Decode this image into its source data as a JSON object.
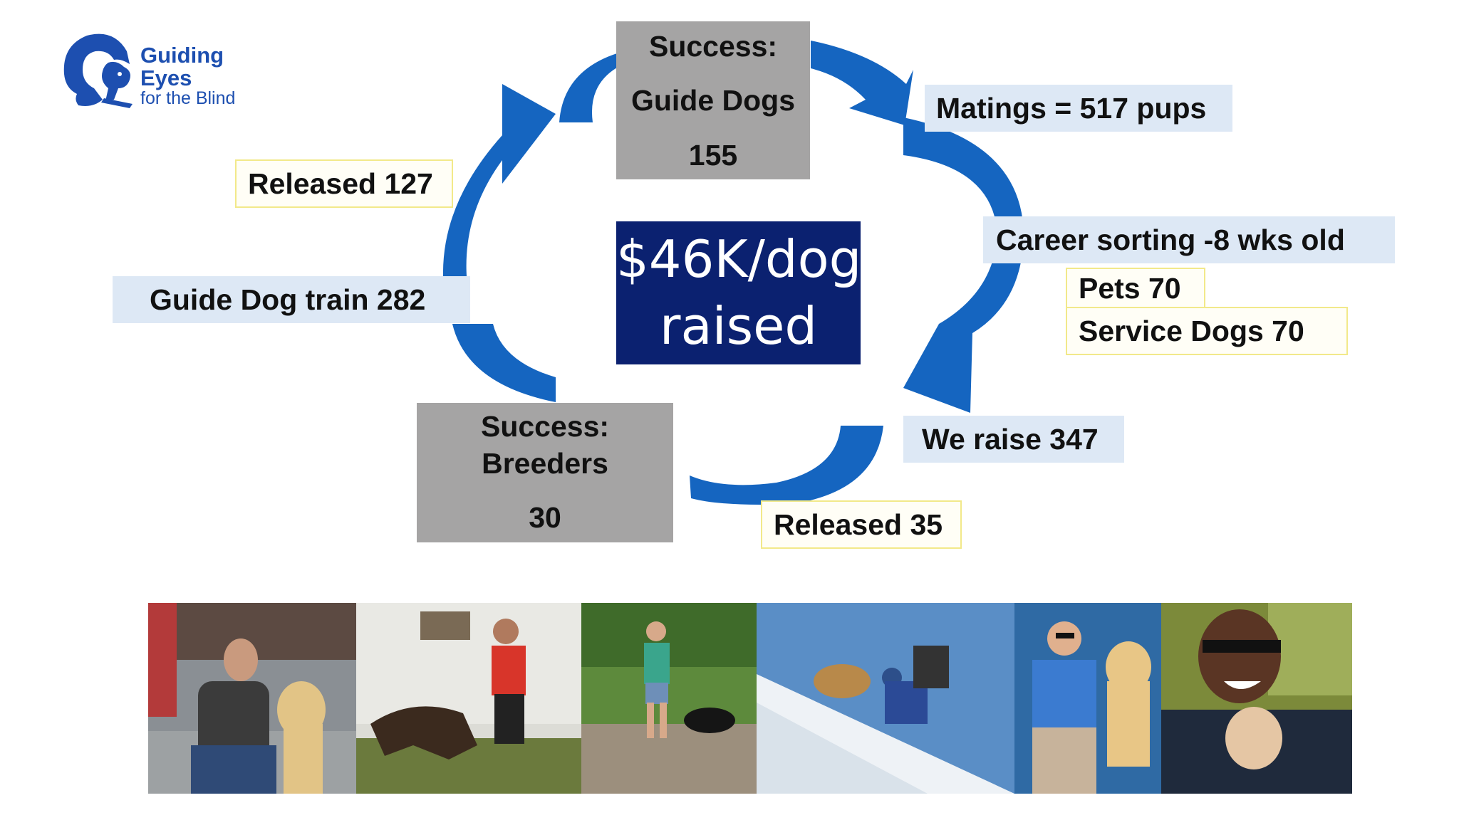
{
  "logo": {
    "line1": "Guiding",
    "line2": "Eyes",
    "line3": "for the Blind",
    "color": "#1d4fb0"
  },
  "center": {
    "line1": "$46K/dog",
    "line2": "raised",
    "background": "#0b2170"
  },
  "success_guide_dogs": {
    "title": "Success:",
    "subtitle": "Guide Dogs",
    "value": "155"
  },
  "success_breeders": {
    "title": "Success:",
    "subtitle": "Breeders",
    "value": "30"
  },
  "labels": {
    "matings": "Matings = 517 pups",
    "career_sorting": "Career sorting -8 wks old",
    "pets": "Pets  70",
    "service_dogs": "Service Dogs 70",
    "we_raise": "We raise 347",
    "released_35": "Released 35",
    "guide_dog_train": "Guide Dog train 282",
    "released_127": "Released 127"
  },
  "colors": {
    "arrow": "#1565c0",
    "gray_box": "#a5a4a4",
    "label_blue": "#dde8f5",
    "label_yellow_border": "#f2e98a"
  },
  "photo_strip": [
    {
      "icon": "man-kneeling-with-yellow-labrador-photo"
    },
    {
      "icon": "man-running-with-german-shepherd-photo"
    },
    {
      "icon": "woman-walking-black-labrador-photo"
    },
    {
      "icon": "man-climbing-snowy-slope-with-dog-photo"
    },
    {
      "icon": "man-sitting-with-yellow-labrador-photo"
    },
    {
      "icon": "smiling-man-holding-puppy-photo"
    }
  ]
}
